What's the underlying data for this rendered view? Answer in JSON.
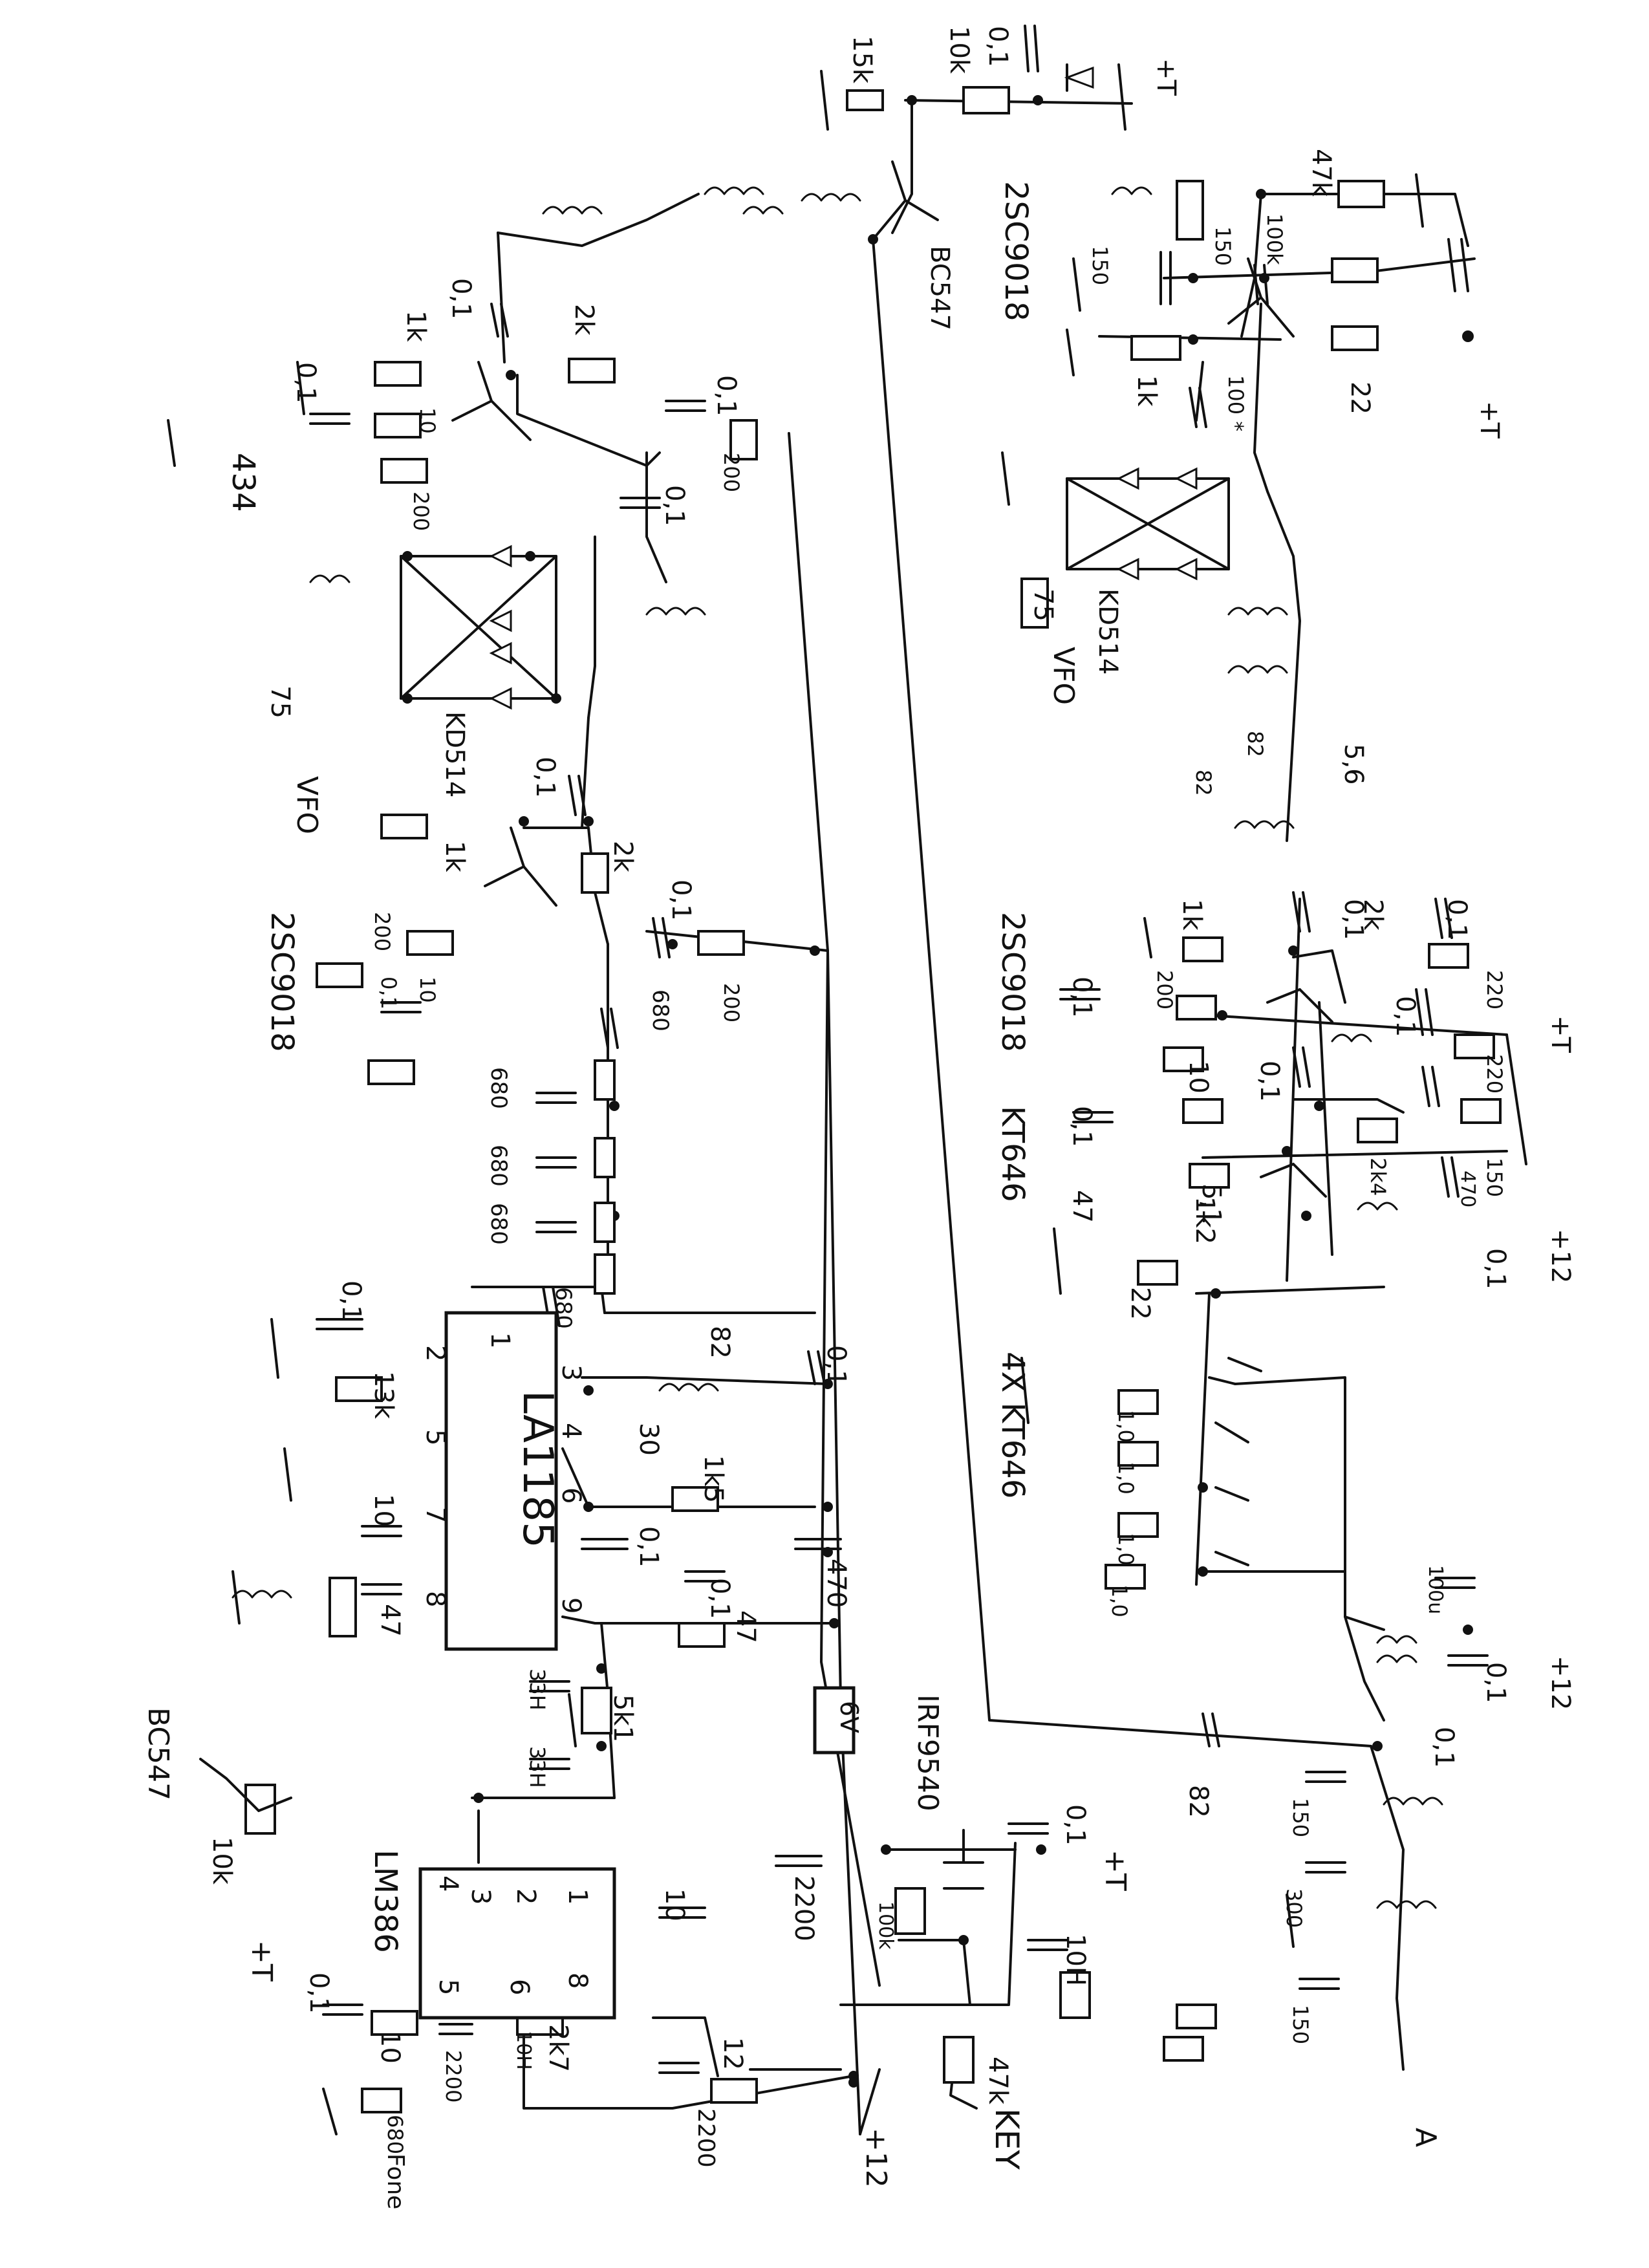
{
  "labels": {
    "r_15k": "15k",
    "r_10k_top": "10k",
    "c_01_top": "0,1",
    "rail_plus_t_top": "+T",
    "r_47k_top": "47k",
    "r_100k": "100k",
    "r_22_top": "22",
    "c_150a": "150",
    "c_150b": "150",
    "q_2sc9018_top": "2SC9018",
    "q_bc547_mid": "BC547",
    "r_1k_top": "1k",
    "c_100_star": "100 *",
    "rail_plus_t_right": "+T",
    "mixer_kd514_top": "KD514",
    "r_75_right": "75",
    "vfo_right": "VFO",
    "c_82a": "82",
    "c_82b": "82",
    "l_56": "5,6",
    "q_2sc9018_rmid": "2SC9018",
    "r_1k_r": "1k",
    "r_200_r": "200",
    "c_01_r1": "0,1",
    "r_2k_r": "2k",
    "c_01_r2": "0,1",
    "r_220_r1": "220",
    "c_01_r3": "0,1",
    "r_10_r": "10",
    "c_01_r4": "0,1",
    "r_220_r2": "220",
    "c_01_r5": "0,1",
    "rail_plus_t_rmid": "+T",
    "q_kt646_r": "KT646",
    "c_01_r6": "0,1",
    "r_47_r": "47",
    "r_1k2": "1k2",
    "r_51_r": "5,1",
    "r_2k4": "2k4",
    "r_150_r": "150",
    "c_470_r": "470",
    "c_01_r7": "0,1",
    "rail_plus12_rmid": "+12",
    "r_22_r": "22",
    "q_4x_kt646": "4X KT646",
    "r_10_a": "1,0",
    "r_10_b": "1,0",
    "r_10_c": "1,0",
    "r_10_d": "1,0",
    "c_100u": "100u",
    "c_01_r8": "0,1",
    "rail_plus12_rlow": "+12",
    "c_01_r9": "0,1",
    "c_82_out": "82",
    "c_150_out1": "150",
    "c_300": "300",
    "c_150_out2": "150",
    "ant_a": "A",
    "l_434": "434",
    "c_01_l1": "0,1",
    "r_1k_l": "1k",
    "r_10_l": "10",
    "r_200_l": "200",
    "c_01_l2": "0,1",
    "r_2k_l": "2k",
    "c_01_l3": "0,1",
    "r_200_l2": "200",
    "c_01_l4": "0,1",
    "mixer_kd514_left": "KD514",
    "r_75_left": "75",
    "vfo_left": "VFO",
    "c_01_l5": "0,1",
    "r_1k_l2": "1k",
    "r_2k_l2": "2k",
    "r_200_l3": "200",
    "c_01_l6": "0,1",
    "r_10_l2": "10",
    "q_2sc9018_left": "2SC9018",
    "c_01_l7": "0,1",
    "r_200_l4": "200",
    "c_680_a": "680",
    "c_680_b": "680",
    "c_680_c": "680",
    "c_680_d": "680",
    "c_680_e": "680",
    "ic_la1185": "LA1185",
    "la_pin1": "1",
    "la_pin2": "2",
    "la_pin3": "3",
    "la_pin4": "4",
    "la_pin5": "5",
    "la_pin6": "6",
    "la_pin7": "7",
    "la_pin8": "8",
    "la_pin9": "9",
    "c_01_la": "0,1",
    "r_13k": "13k",
    "c_10_la": "10",
    "c_47_la": "47",
    "c_82p": "82",
    "c_30": "30",
    "r_1k5": "1k5",
    "c_01_la2": "0,1",
    "c_01_la3": "0,1",
    "c_01_la4": "0,1",
    "r_47_la": "47",
    "c_470_la": "470",
    "reg_6v": "6V",
    "c_33n_a": "33H",
    "c_33n_b": "33H",
    "r_5k1": "5k1",
    "q_bc547_low": "BC547",
    "r_10k_low": "10k",
    "rail_plus_t_low": "+T",
    "ic_lm386": "LM386",
    "lm_pin1": "1",
    "lm_pin2": "2",
    "lm_pin3": "3",
    "lm_pin4": "4",
    "lm_pin5": "5",
    "lm_pin6": "6",
    "lm_pin8": "8",
    "c_10_lm": "10",
    "c_01_lm": "0,1",
    "r_10_lm": "10",
    "c_2200_lm": "2200",
    "c_10n_lm": "10H",
    "r_2k7": "2k7",
    "c_680_lm": "680",
    "phones": "Fone",
    "r_12": "12",
    "c_2200_pwr": "2200",
    "c_2200_main": "2200",
    "rail_plus12_low": "+12",
    "q_irf9540": "IRF9540",
    "r_100k_low": "100k",
    "c_01_low": "0,1",
    "rail_plus_t_out": "+T",
    "c_10n_low": "10H",
    "r_47k_low": "47k",
    "key": "KEY"
  },
  "colors": {
    "ink": "#111111",
    "paper": "#ffffff"
  }
}
